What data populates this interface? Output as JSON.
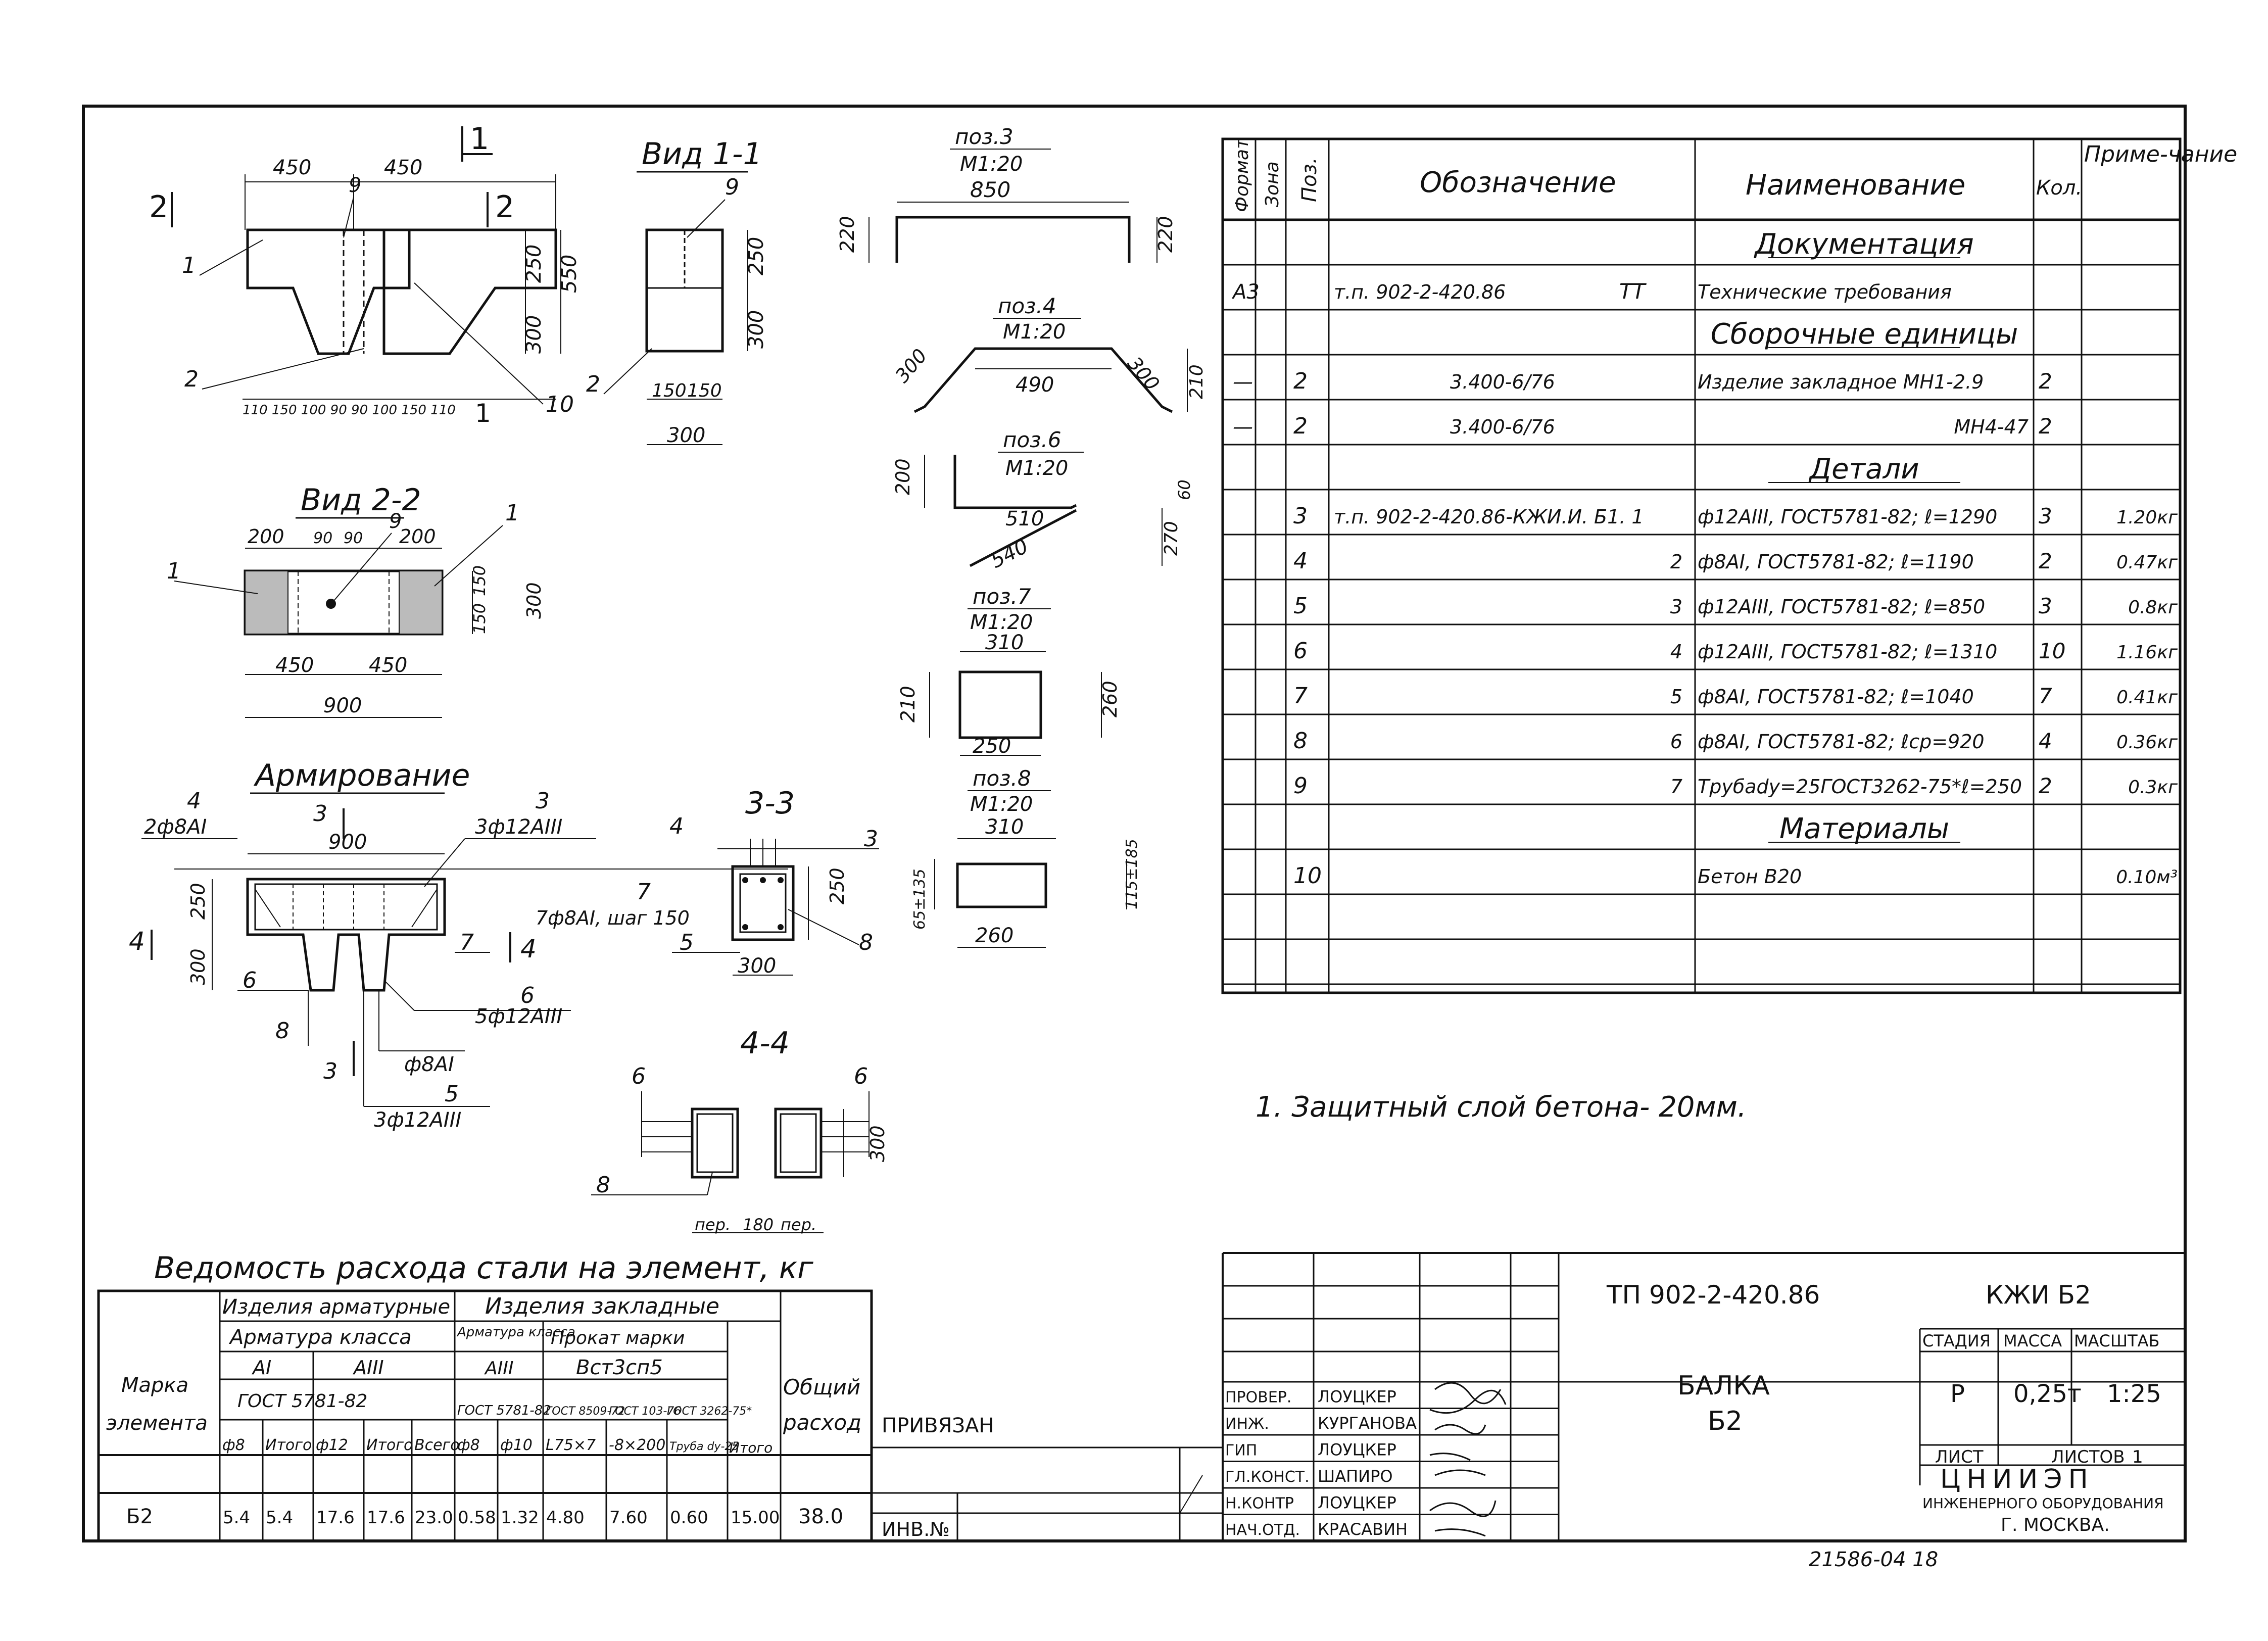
{
  "views": {
    "section_1_1": {
      "label": "1",
      "dims": [
        "450",
        "450",
        "250",
        "550",
        "300"
      ],
      "bottom_dims": "110 150 100 90 90 100 150 110",
      "callouts": [
        "1",
        "2",
        "9",
        "10"
      ],
      "section_marks": [
        "2",
        "2"
      ]
    },
    "vid_1_1": {
      "title": "Вид 1-1",
      "dims": [
        "250",
        "300",
        "150",
        "150",
        "300"
      ],
      "callouts": [
        "9",
        "2"
      ]
    },
    "vid_2_2": {
      "title": "Вид 2-2",
      "dims": [
        "200",
        "90",
        "90",
        "200",
        "150",
        "150",
        "300",
        "450",
        "450",
        "900"
      ],
      "callouts": [
        "1",
        "9",
        "1"
      ]
    },
    "armirovanie": {
      "title": "Армирование",
      "dims": [
        "900",
        "250",
        "300"
      ],
      "labels": [
        "4",
        "2ф8АI",
        "3",
        "3",
        "3ф12АIII",
        "7",
        "7ф8АI, шаг 150",
        "7",
        "4",
        "4",
        "6",
        "6",
        "5ф12АIII",
        "8",
        "3",
        "ф8АI",
        "5",
        "3ф12АIII"
      ]
    },
    "section_3_3": {
      "title": "3-3",
      "dims": [
        "250",
        "300"
      ],
      "callouts": [
        "4",
        "3",
        "5",
        "8"
      ]
    },
    "section_4_4": {
      "title": "4-4",
      "dims": [
        "300",
        "пер.",
        "180",
        "пер."
      ],
      "callouts": [
        "6",
        "6",
        "8"
      ]
    }
  },
  "positions": [
    {
      "title": "поз.3",
      "scale": "М1:20",
      "dims": [
        "850",
        "220",
        "220"
      ]
    },
    {
      "title": "поз.4",
      "scale": "М1:20",
      "dims": [
        "300",
        "490",
        "300",
        "210"
      ]
    },
    {
      "title": "поз.6",
      "scale": "М1:20",
      "dims": [
        "200",
        "510",
        "60",
        "540",
        "270"
      ]
    },
    {
      "title": "поз.7",
      "scale": "М1:20",
      "dims": [
        "310",
        "210",
        "260",
        "250"
      ]
    },
    {
      "title": "поз.8",
      "scale": "М1:20",
      "dims": [
        "310",
        "65±135",
        "115±185",
        "260"
      ]
    }
  ],
  "spec": {
    "headers": {
      "format": "Формат",
      "zone": "Зона",
      "pos": "Поз.",
      "designation": "Обозначение",
      "name": "Наименование",
      "qty": "Кол.",
      "note": "Приме-чание"
    },
    "rows": [
      {
        "format": "",
        "pos": "",
        "designation": "",
        "name": "Документация",
        "qty": "",
        "note": "",
        "section": true
      },
      {
        "format": "А3",
        "pos": "",
        "designation": "т.п. 902-2-420.86",
        "designation_suffix": "ТТ",
        "name": "Технические требования",
        "qty": "",
        "note": ""
      },
      {
        "format": "",
        "pos": "",
        "designation": "",
        "name": "Сборочные единицы",
        "qty": "",
        "note": "",
        "section": true
      },
      {
        "format": "—",
        "pos": "2",
        "designation": "3.400-6/76",
        "name": "Изделие закладное МН1-2.9",
        "qty": "2",
        "note": ""
      },
      {
        "format": "—",
        "pos": "2",
        "designation": "3.400-6/76",
        "name": "МН4-47",
        "qty": "2",
        "note": ""
      },
      {
        "format": "",
        "pos": "",
        "designation": "",
        "name": "Детали",
        "qty": "",
        "note": "",
        "section": true
      },
      {
        "format": "",
        "pos": "3",
        "designation": "т.п. 902-2-420.86-КЖИ.И. Б1. 1",
        "name": "ф12АIII, ГОСТ5781-82; ℓ=1290",
        "qty": "3",
        "note": "1.20кг"
      },
      {
        "format": "",
        "pos": "4",
        "designation": "2",
        "name": "ф8АI, ГОСТ5781-82; ℓ=1190",
        "qty": "2",
        "note": "0.47кг"
      },
      {
        "format": "",
        "pos": "5",
        "designation": "3",
        "name": "ф12АIII, ГОСТ5781-82; ℓ=850",
        "qty": "3",
        "note": "0.8кг"
      },
      {
        "format": "",
        "pos": "6",
        "designation": "4",
        "name": "ф12АIII, ГОСТ5781-82; ℓ=1310",
        "qty": "10",
        "note": "1.16кг"
      },
      {
        "format": "",
        "pos": "7",
        "designation": "5",
        "name": "ф8АI, ГОСТ5781-82; ℓ=1040",
        "qty": "7",
        "note": "0.41кг"
      },
      {
        "format": "",
        "pos": "8",
        "designation": "6",
        "name": "ф8АI, ГОСТ5781-82; ℓср=920",
        "qty": "4",
        "note": "0.36кг"
      },
      {
        "format": "",
        "pos": "9",
        "designation": "7",
        "name": "Трубаdу=25ГОСТ3262-75*ℓ=250",
        "qty": "2",
        "note": "0.3кг"
      },
      {
        "format": "",
        "pos": "",
        "designation": "",
        "name": "Материалы",
        "qty": "",
        "note": "",
        "section": true
      },
      {
        "format": "",
        "pos": "10",
        "designation": "",
        "name": "Бетон В20",
        "qty": "",
        "note": "0.10м³"
      },
      {
        "format": "",
        "pos": "",
        "designation": "",
        "name": "",
        "qty": "",
        "note": ""
      },
      {
        "format": "",
        "pos": "",
        "designation": "",
        "name": "",
        "qty": "",
        "note": ""
      }
    ]
  },
  "note": "1. Защитный слой бетона- 20мм.",
  "steel_table": {
    "title": "Ведомость расхода стали на элемент, кг",
    "h_mark": "Марка элемента",
    "h_arm": "Изделия арматурные",
    "h_zakl": "Изделия закладные",
    "h_arm_class": "Арматура класса",
    "h_arm_class2": "Арматура класса",
    "h_prokat": "Прокат марки",
    "h_a1": "АI",
    "h_a3": "АIII",
    "h_a3b": "АIII",
    "h_vst": "Вст3сп5",
    "h_gost1": "ГОСТ 5781-82",
    "h_gost2": "ГОСТ 5781-82",
    "h_gost3": "ГОСТ 8509-72",
    "h_gost4": "ГОСТ 103-76",
    "h_gost5": "ГОСТ 3262-75*",
    "h_total": "Итого",
    "h_general": "Общий расход",
    "cols": [
      "ф8",
      "Итого",
      "ф12",
      "Итого",
      "Всего",
      "ф8",
      "ф10",
      "L75×7",
      "-8×200",
      "Труба dу-25"
    ],
    "row": {
      "mark": "Б2",
      "values": [
        "5.4",
        "5.4",
        "17.6",
        "17.6",
        "23.0",
        "0.58",
        "1.32",
        "4.80",
        "7.60",
        "0.60",
        "15.00"
      ],
      "general": "38.0"
    }
  },
  "stamp": {
    "privyazan": "ПРИВЯЗАН",
    "inv": "ИНВ.№",
    "code": "ТП 902-2-420.86",
    "sheet_code": "КЖИ Б2",
    "title": "БАЛКА Б2",
    "h_stage": "СТАДИЯ",
    "h_mass": "МАССА",
    "h_scale": "МАСШТАБ",
    "stage": "Р",
    "mass": "0,25т",
    "scale": "1:25",
    "h_sheet": "ЛИСТ",
    "h_sheets": "ЛИСТОВ",
    "sheets": "1",
    "org": "ЦНИИЭП",
    "org2": "ИНЖЕНЕРНОГО ОБОРУДОВАНИЯ",
    "org3": "Г. МОСКВА.",
    "people": [
      {
        "role": "ПРОВЕР.",
        "name": "ЛОУЦКЕР"
      },
      {
        "role": "ИНЖ.",
        "name": "КУРГАНОВА"
      },
      {
        "role": "ГИП",
        "name": "ЛОУЦКЕР"
      },
      {
        "role": "ГЛ.КОНСТ.",
        "name": "ШАПИРО"
      },
      {
        "role": "Н.КОНТР",
        "name": "ЛОУЦКЕР"
      },
      {
        "role": "НАЧ.ОТД.",
        "name": "КРАСАВИН"
      }
    ]
  },
  "footer": "21586-04  18"
}
